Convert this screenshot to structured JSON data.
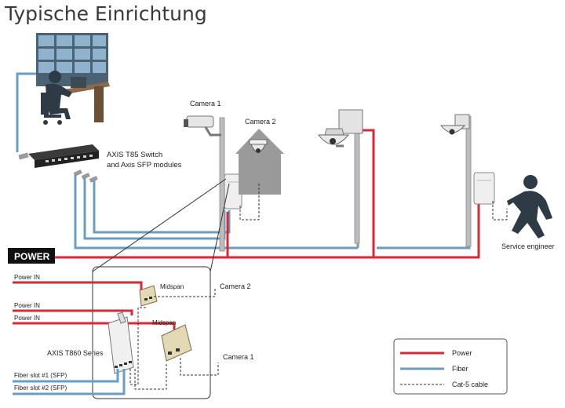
{
  "title": "Typische Einrichtung",
  "labels": {
    "camera1": "Camera 1",
    "camera2": "Camera 2",
    "switch_line1": "AXIS T85 Switch",
    "switch_line2": "and Axis SFP modules",
    "power_tag": "POWER",
    "service_engineer": "Service engineer"
  },
  "detail": {
    "power_in_1": "Power IN",
    "power_in_2": "Power IN",
    "power_in_3": "Power IN",
    "midspan_1": "Midspan",
    "midspan_2": "Midspan",
    "camera2": "Camera 2",
    "camera1": "Camera 1",
    "series": "AXIS T860 Series",
    "fiber_slot_1": "Fiber slot #1 (SFP)",
    "fiber_slot_2": "Fiber slot #2 (SFP)"
  },
  "legend": {
    "power": "Power",
    "fiber": "Fiber",
    "cat5": "Cat-5 cable"
  },
  "colors": {
    "power": "#d62a36",
    "fiber": "#6a9cc4",
    "cat5": "#333333",
    "silhouette": "#2e3b47",
    "house": "#9a9a9a"
  }
}
